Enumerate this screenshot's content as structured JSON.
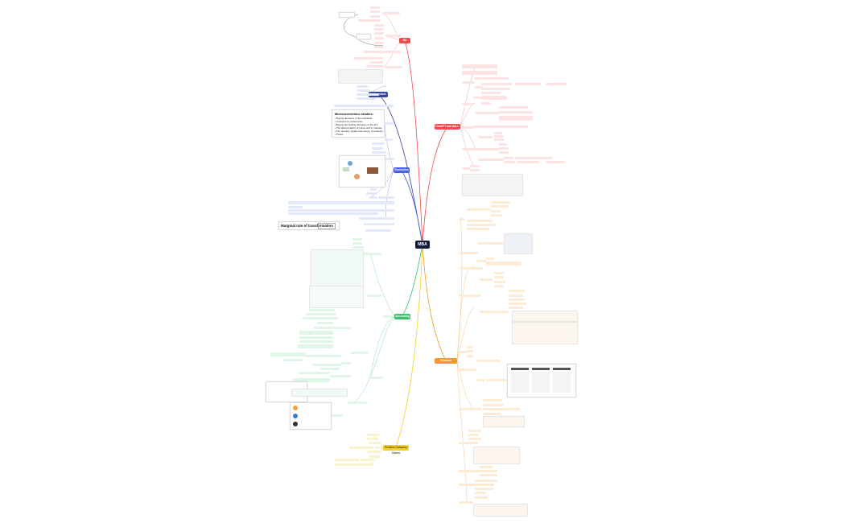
{
  "center": "MBA",
  "branches": {
    "ru": "RU",
    "ai": "ChatGPT and DALL-E",
    "bi": "Independent",
    "ec": "Economics",
    "fn": "Financial Education",
    "ac": "Accounting",
    "cs": "Product Company Career"
  },
  "labels": {
    "microeconomics_title": "Microeconomics studies:",
    "micro_items": [
      "• Buying decisions of the individual",
      "• Consumers' preferences",
      "• Buying and selling decisions of the firm",
      "• The determination of prices and in markets",
      "• The quantity, quality and variety of products",
      "• Profits"
    ],
    "mrt_title": "Marginal rate of transformation"
  },
  "colors": {
    "center": "#101a3a",
    "ru": "#ef4b4b",
    "ai": "#ef4b4b",
    "bi": "#3544a8",
    "ec": "#4b63e0",
    "fn": "#f39a2b",
    "ac": "#39c46b",
    "cs": "#f3cf2b"
  }
}
